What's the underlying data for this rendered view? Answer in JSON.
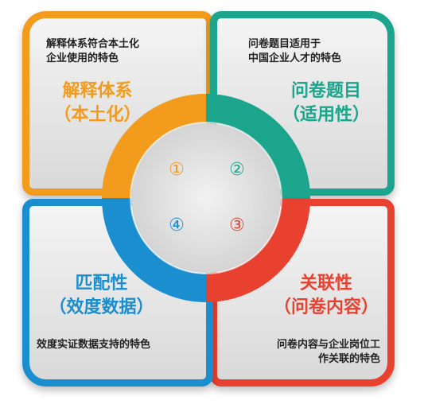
{
  "quadrants": [
    {
      "id": 1,
      "number": "①",
      "title_line1": "解释体系",
      "title_line2": "（本土化）",
      "desc_line1": "解释体系符合本土化",
      "desc_line2": "企业使用的特色",
      "color": "#f29b1d"
    },
    {
      "id": 2,
      "number": "②",
      "title_line1": "问卷题目",
      "title_line2": "（适用性）",
      "desc_line1": "问卷题目适用于",
      "desc_line2": "中国企业人才的特色",
      "color": "#1aa58c"
    },
    {
      "id": 3,
      "number": "③",
      "title_line1": "关联性",
      "title_line2": "（问卷内容）",
      "desc_line1": "问卷内容与企业岗位工",
      "desc_line2": "作关联的特色",
      "color": "#e8412f"
    },
    {
      "id": 4,
      "number": "④",
      "title_line1": "匹配性",
      "title_line2": "（效度数据）",
      "desc_line1": "效度实证数据支持的特色",
      "desc_line2": "",
      "color": "#1b8ed0"
    }
  ]
}
